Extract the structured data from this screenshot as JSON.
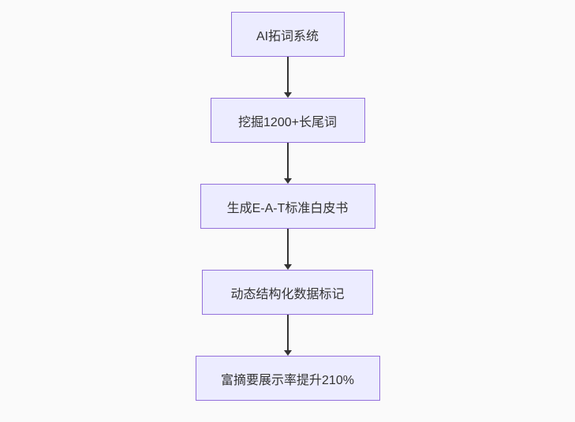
{
  "diagram": {
    "type": "flowchart-vertical",
    "nodes": [
      {
        "id": "A",
        "label": "AI拓词系统"
      },
      {
        "id": "B",
        "label": "挖掘1200+长尾词"
      },
      {
        "id": "C",
        "label": "生成E-A-T标准白皮书"
      },
      {
        "id": "D",
        "label": "动态结构化数据标记"
      },
      {
        "id": "E",
        "label": "富摘要展示率提升210%"
      }
    ],
    "edges": [
      {
        "from": "A",
        "to": "B"
      },
      {
        "from": "B",
        "to": "C"
      },
      {
        "from": "C",
        "to": "D"
      },
      {
        "from": "D",
        "to": "E"
      }
    ],
    "theme": {
      "background": "#fafafa",
      "node_fill": "#ECECFF",
      "node_border": "#9370DB",
      "text_color": "#333333",
      "arrow_color": "#333333"
    }
  }
}
